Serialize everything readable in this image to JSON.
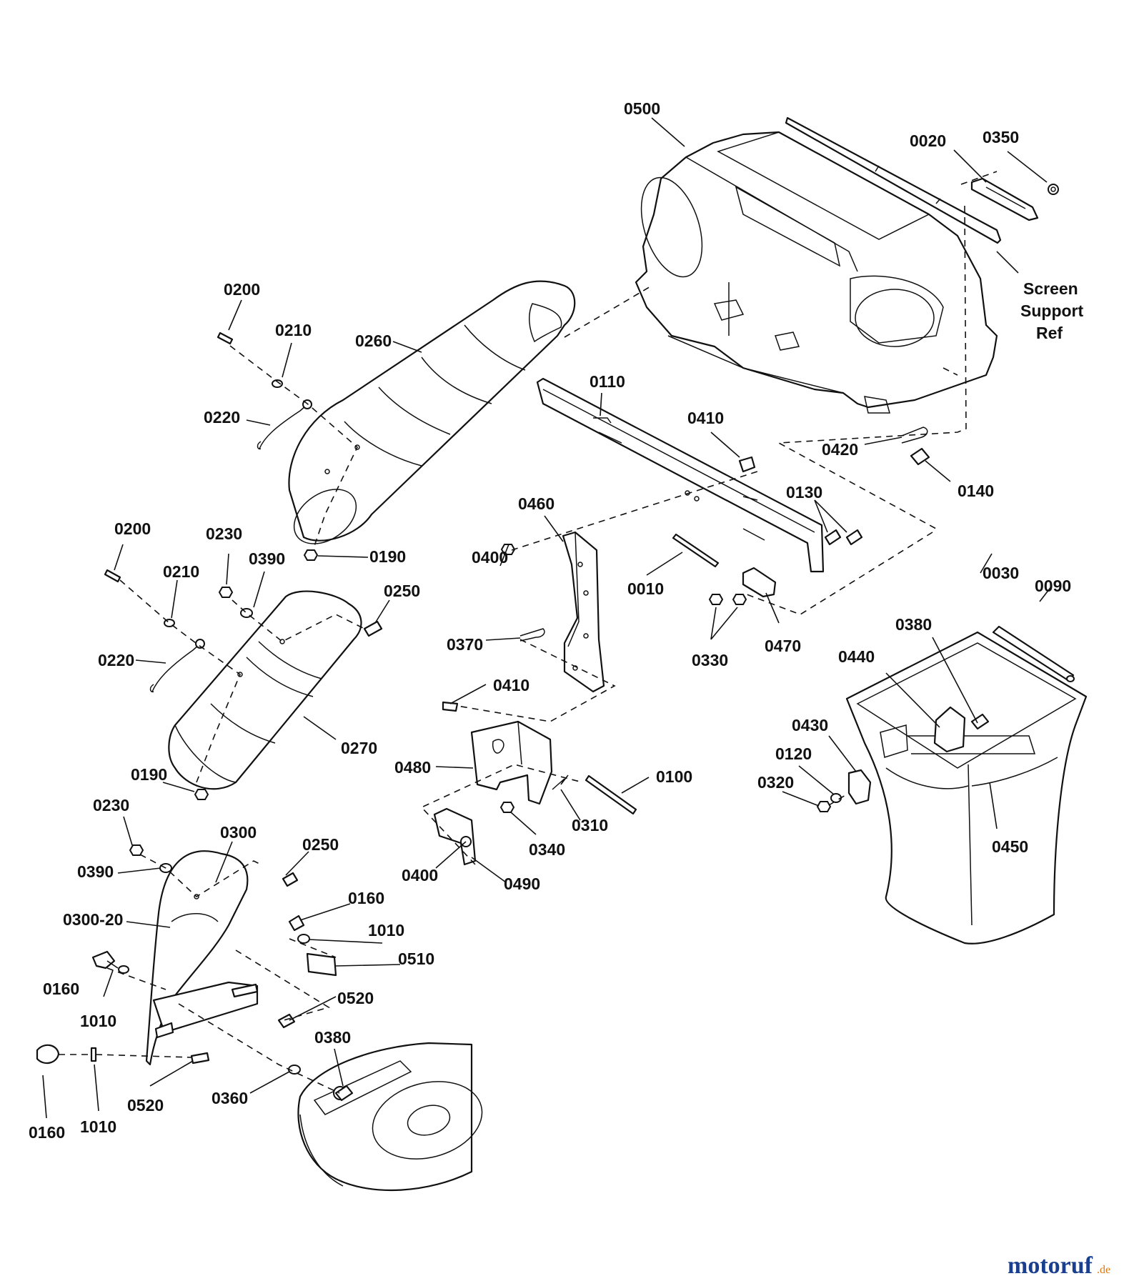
{
  "labels": [
    "0500",
    "0020",
    "0350",
    "Screen",
    "Support",
    "Ref",
    "0200",
    "0210",
    "0260",
    "0220",
    "0110",
    "0410",
    "0420",
    "0140",
    "0130",
    "0460",
    "0190",
    "0200",
    "0230",
    "0390",
    "0210",
    "0250",
    "0400",
    "0010",
    "0030",
    "0090",
    "0220",
    "0370",
    "0330",
    "0470",
    "0380",
    "0440",
    "0410",
    "0430",
    "0120",
    "0320",
    "0270",
    "0480",
    "0100",
    "0190",
    "0310",
    "0450",
    "0340",
    "0230",
    "0300",
    "0250",
    "0390",
    "0400",
    "0490",
    "0160",
    "0300-20",
    "1010",
    "0510",
    "0160",
    "0520",
    "1010",
    "0380",
    "0520",
    "0360",
    "0160",
    "1010"
  ],
  "watermark": {
    "brand": "motoruf",
    "suffix": ".de",
    "brand_color": "#1a3f8f",
    "accent_color": "#e07a10"
  }
}
